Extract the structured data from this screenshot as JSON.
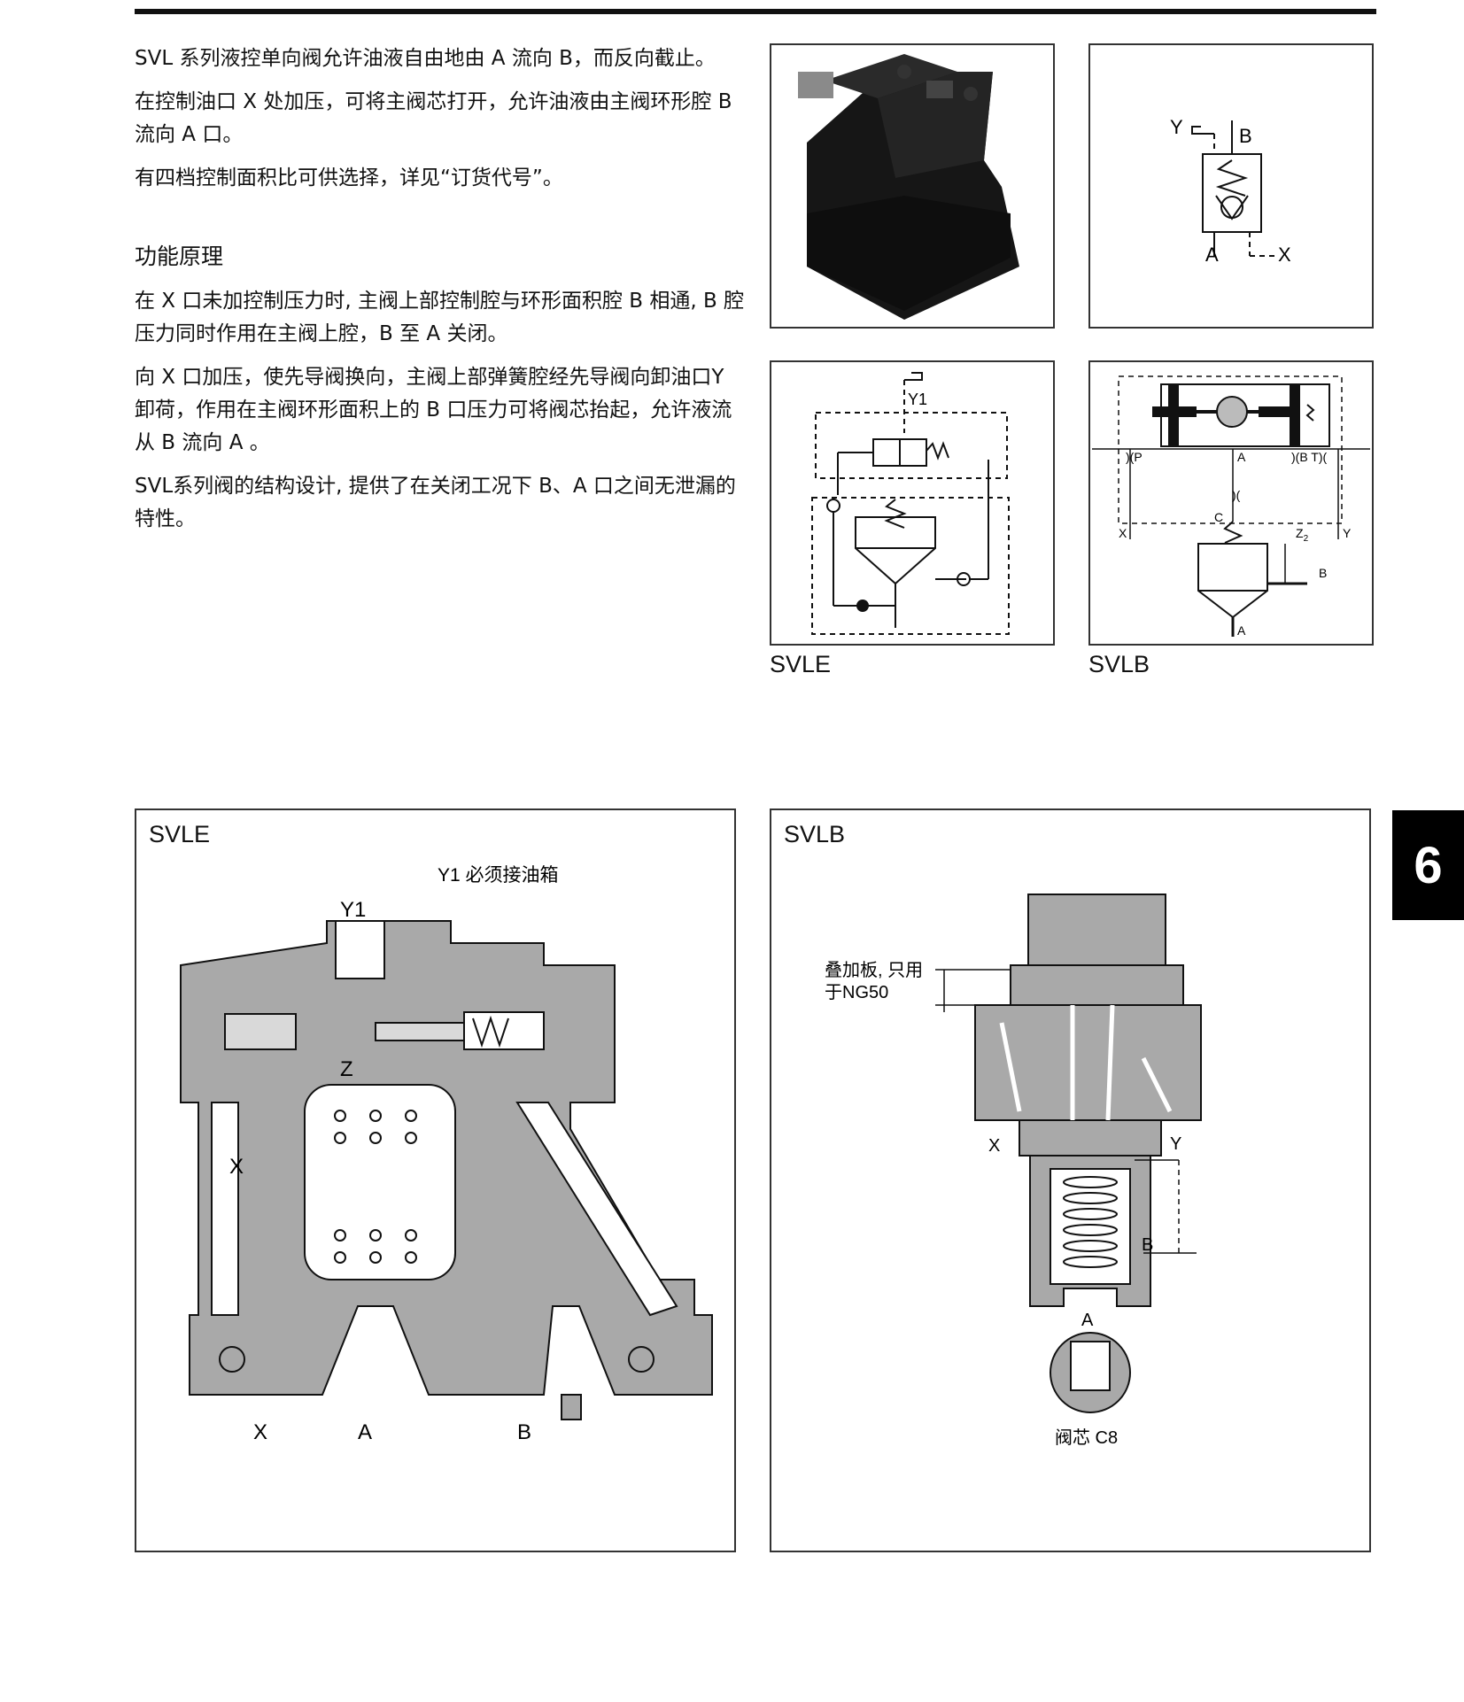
{
  "intro": {
    "p1": "SVL 系列液控单向阀允许油液自由地由 A 流向 B，而反向截止。",
    "p2": "在控制油口 X 处加压，可将主阀芯打开，允许油液由主阀环形腔 B 流向 A 口。",
    "p3": "有四档控制面积比可供选择，详见“订货代号”。"
  },
  "principle": {
    "heading": "功能原理",
    "p1": "在 X 口未加控制压力时, 主阀上部控制腔与环形面积腔 B 相通, B 腔压力同时作用在主阀上腔，B 至 A 关闭。",
    "p2": "向 X 口加压，使先导阀换向，主阀上部弹簧腔经先导阀向卸油口Y 卸荷，作用在主阀环形面积上的 B 口压力可将阀芯抬起，允许液流从 B 流向 A 。",
    "p3": "SVL系列阀的结构设计, 提供了在关闭工况下 B、A 口之间无泄漏的特性。"
  },
  "symbol_basic": {
    "y": "Y",
    "b": "B",
    "a": "A",
    "x": "X"
  },
  "symbol_svle": {
    "y1": "Y1",
    "caption": "SVLE"
  },
  "symbol_svlb": {
    "p": ")(P",
    "a": "A",
    "bt": ")(B T)(",
    "mid": ")(",
    "c": "C",
    "x": "X",
    "z2": "Z",
    "z2sub": "2",
    "y": "Y",
    "b": "B",
    "a2": "A",
    "caption": "SVLB"
  },
  "section_svle": {
    "title": "SVLE",
    "note": "Y1 必须接油箱",
    "y1": "Y1",
    "z": "Z",
    "x_inner": "X",
    "x": "X",
    "a": "A",
    "b": "B"
  },
  "section_svlb": {
    "title": "SVLB",
    "note_line1": "叠加板, 只用",
    "note_line2": "于NG50",
    "x": "X",
    "y": "Y",
    "b": "B",
    "a": "A",
    "core": "阀芯 C8"
  },
  "page_tab": "6",
  "colors": {
    "body_fill": "#a9a9a9",
    "dark": "#111111"
  }
}
